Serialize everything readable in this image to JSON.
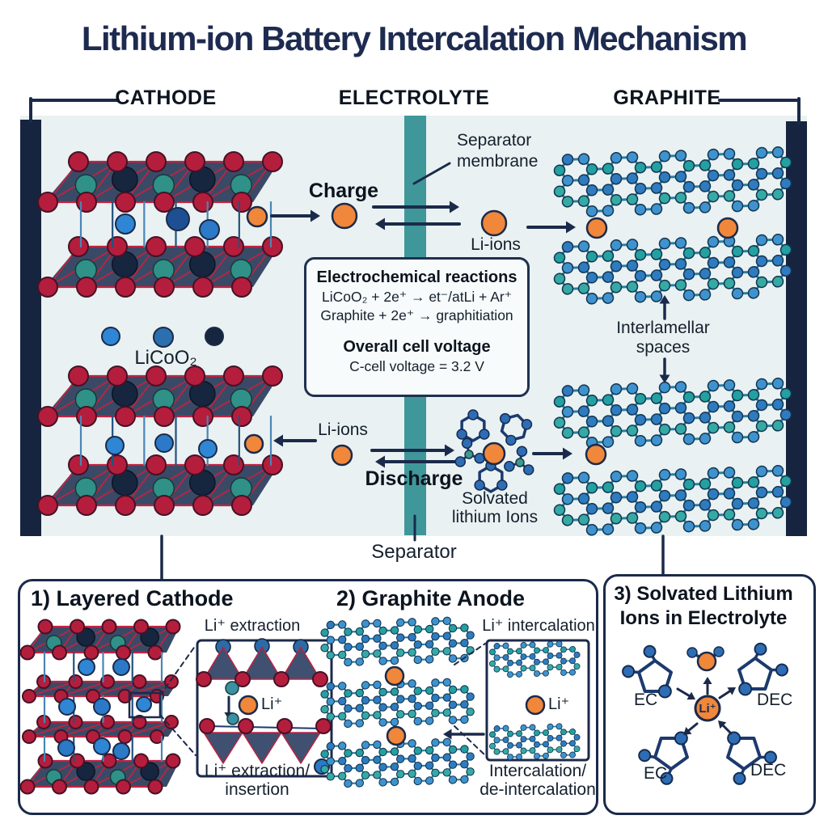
{
  "title": "Lithium-ion Battery Intercalation Mechanism",
  "headers": {
    "cathode": "CATHODE",
    "electrolyte": "ELECTROLYTE",
    "graphite": "GRAPHITE"
  },
  "main": {
    "separator_membrane_line1": "Separator",
    "separator_membrane_line2": "membrane",
    "charge_label": "Charge",
    "li_ions_top": "Li-ions",
    "licoo2_label": "LiCoO₂",
    "reactions": {
      "title": "Electrochemical reactions",
      "eq1": "LiCoO₂ + 2e⁺ → et⁻/atLi + Ar⁺",
      "eq2": "Graphite + 2e⁺ → graphitiation",
      "voltage_title": "Overall cell voltage",
      "voltage_value": "C-cell voltage = 3.2 V"
    },
    "interlamellar_line1": "Interlamellar",
    "interlamellar_line2": "spaces",
    "li_ions_bottom": "Li-ions",
    "discharge_label": "Discharge",
    "solvated_line1": "Solvated",
    "solvated_line2": "lithium Ions",
    "separator_label": "Separator"
  },
  "panels": {
    "p1": {
      "title": "1) Layered Cathode",
      "extraction_label": "Li⁺ extraction",
      "li_label": "Li⁺",
      "caption_line1": "Li⁺ extraction/",
      "caption_line2": "insertion"
    },
    "p2": {
      "title": "2) Graphite Anode",
      "intercalation_label": "Li⁺ intercalation",
      "li_label": "Li⁺",
      "caption_line1": "Intercalation/",
      "caption_line2": "de-intercalation"
    },
    "p3": {
      "title_line1": "3) Solvated Lithium",
      "title_line2": "Ions in Electrolyte",
      "li_label": "Li⁺",
      "ec_top": "EC",
      "dec_top": "DEC",
      "ec_bottom": "EC",
      "dec_bottom": "DEC"
    }
  },
  "colors": {
    "navy": "#1b2a4a",
    "crimson": "#b41e3c",
    "red_line": "#c12240",
    "teal_atom": "#2f9188",
    "separator_teal": "#3f979a",
    "orange": "#f0873a",
    "blue_ion": "#2e86d4",
    "blue_ion2": "#2b79c7",
    "graphite_edge": "#2b7ea1",
    "molecule_navy": "#1c3a6e",
    "panel_bg": "#e9f1f2"
  }
}
